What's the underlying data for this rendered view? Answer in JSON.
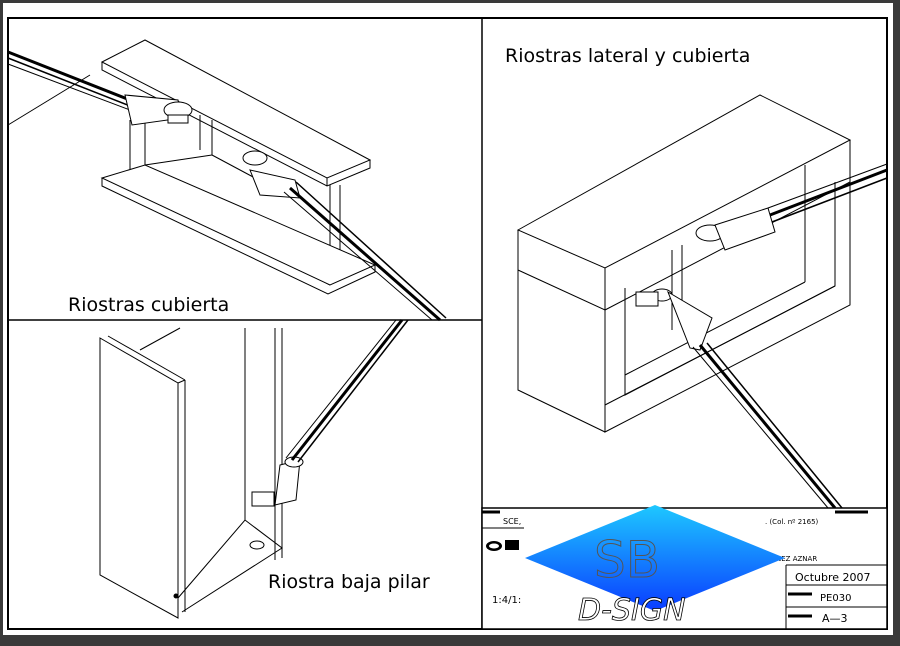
{
  "views": {
    "top_left_caption": "Riostras cubierta",
    "right_caption": "Riostras lateral y cubierta",
    "bottom_left_caption": "Riostra baja pilar"
  },
  "title_block": {
    "field_sce": "SCE,",
    "field_col": ". (Col. nº 2165)",
    "field_author": "ÑANEZ AZNAR",
    "field_date": "Octubre 2007",
    "field_code": "PE030",
    "field_sheet": "A—3",
    "field_scale": "1:4/1:"
  },
  "logo": {
    "mark": "SB",
    "wordmark": "D-SIGN",
    "colors": {
      "top": "#1ec8ff",
      "bottom": "#0a3cff"
    }
  },
  "colors": {
    "paper": "#ffffff",
    "ink": "#000000",
    "frame_shadow": "#3a3a3a"
  }
}
